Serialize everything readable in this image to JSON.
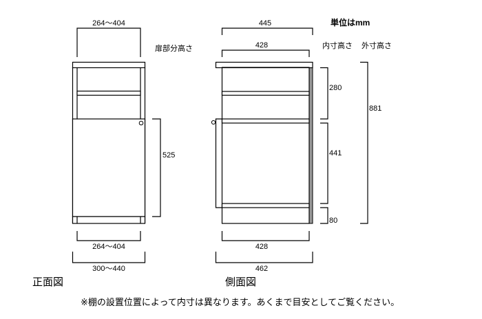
{
  "unit_label": "単位はmm",
  "front": {
    "title": "正面図",
    "top_width": "264〜404",
    "door_height_label": "扉部分高さ",
    "door_height": "525",
    "inner_width": "264〜404",
    "outer_width": "300〜440",
    "knob_color": "#ffffff"
  },
  "side": {
    "title": "側面図",
    "top_depth": "445",
    "inner_depth_top": "428",
    "inner_height_label": "内寸高さ",
    "outer_height_label": "外寸高さ",
    "upper_inner": "280",
    "lower_inner": "441",
    "base": "80",
    "outer_height": "881",
    "bottom_inner_depth": "428",
    "bottom_outer_depth": "462",
    "back_panel_color": "#999999"
  },
  "note": "※棚の設置位置によって内寸は異なります。あくまで目安としてご覧ください。"
}
